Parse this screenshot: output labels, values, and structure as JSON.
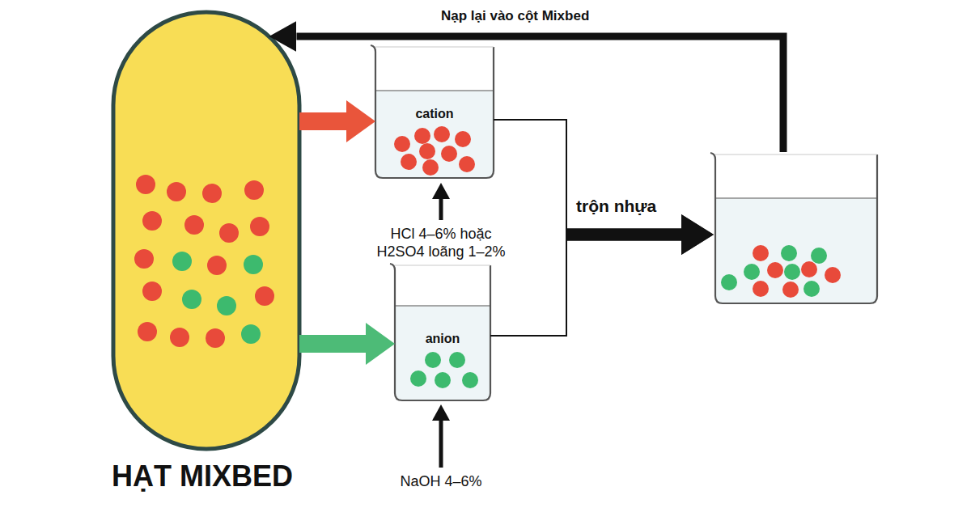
{
  "diagram": {
    "nodes": [
      {
        "text": [
          "HẠT MIXBED"
        ]
      },
      {
        "text": [
          "cation"
        ]
      },
      {
        "text": [
          "anion"
        ]
      },
      {
        "text": []
      }
    ],
    "edges": [
      {
        "from": 0,
        "to": 1,
        "arrow": "to"
      },
      {
        "from": 0,
        "to": 2,
        "arrow": "to"
      },
      {
        "from": 1,
        "to": 3,
        "arrow": "to",
        "label": "trộn nhựa"
      },
      {
        "from": 2,
        "to": 3,
        "arrow": "to"
      },
      {
        "from": 3,
        "to": 0,
        "arrow": "to",
        "label": "Nạp lại vào cột Mixbed"
      }
    ],
    "labels": [
      "HCl 4–6% hoặc H2SO4 loãng 1–2%",
      "NaOH 4–6%"
    ]
  }
}
